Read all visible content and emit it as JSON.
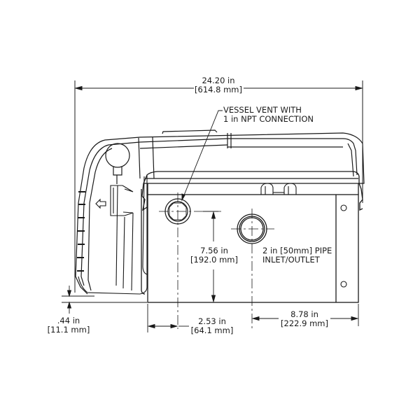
{
  "drawing": {
    "view": "side elevation",
    "colors": {
      "line": "#1a1a1a",
      "background": "#ffffff"
    }
  },
  "dimensions": {
    "overall_width": {
      "imperial": "24.20 in",
      "metric": "[614.8 mm]"
    },
    "vent_height": {
      "imperial": "7.56 in",
      "metric": "[192.0 mm]"
    },
    "base_offset": {
      "imperial": ".44 in",
      "metric": "[11.1 mm]"
    },
    "vent_offset": {
      "imperial": "2.53 in",
      "metric": "[64.1 mm]"
    },
    "inlet_offset": {
      "imperial": "8.78 in",
      "metric": "[222.9 mm]"
    }
  },
  "callouts": {
    "vent": {
      "line1": "VESSEL VENT WITH",
      "line2": "1 in NPT CONNECTION"
    },
    "pipe": {
      "line1": "2 in [50mm] PIPE",
      "line2": "INLET/OUTLET"
    }
  }
}
